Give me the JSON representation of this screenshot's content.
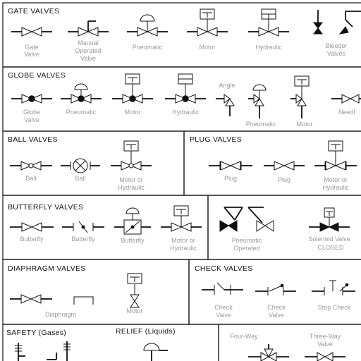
{
  "sections": {
    "gate": {
      "title": "GATE VALVES",
      "labels": [
        "Gate",
        "Valve",
        "Manual",
        "Operated",
        "Valve",
        "Pneumatic",
        "Motor",
        "Hydraulic",
        "Bleeder",
        "Valves"
      ]
    },
    "globe": {
      "title": "GLOBE VALVES",
      "labels": [
        "Globe",
        "Valve",
        "Pneumatic",
        "Motor",
        "Hydraulic",
        "Angle",
        "Pneumatic",
        "Motor",
        "Needl"
      ]
    },
    "ball": {
      "title": "BALL VALVES",
      "labels": [
        "Ball",
        "Ball",
        "Motor or",
        "Hydraulic"
      ]
    },
    "plug": {
      "title": "PLUG VALVES",
      "labels": [
        "Plug",
        "Plug",
        "Motor or",
        "Hydraulic"
      ]
    },
    "butterfly": {
      "title": "BUTTERFLY VALVES",
      "labels": [
        "Butterfly",
        "Butterfly",
        "Butterfly",
        "Motor or",
        "Hydraulic",
        "Pneumatic",
        "Operated",
        "Solenoid Valve",
        "CLOSED"
      ]
    },
    "diaphragm": {
      "title": "DIAPHRAGM VALVES",
      "labels": [
        "Diaphragm",
        "Motor"
      ]
    },
    "check": {
      "title": "CHECK VALVES",
      "labels": [
        "Check",
        "Valve",
        "Check",
        "Valve",
        "Stop Check"
      ]
    },
    "safety": {
      "title": "SAFETY (Gases)"
    },
    "relief": {
      "title": "RELIEF (Liquids)"
    },
    "multiway": {
      "labels": [
        "Four-Way",
        "Three-Way",
        "Valve"
      ]
    }
  }
}
